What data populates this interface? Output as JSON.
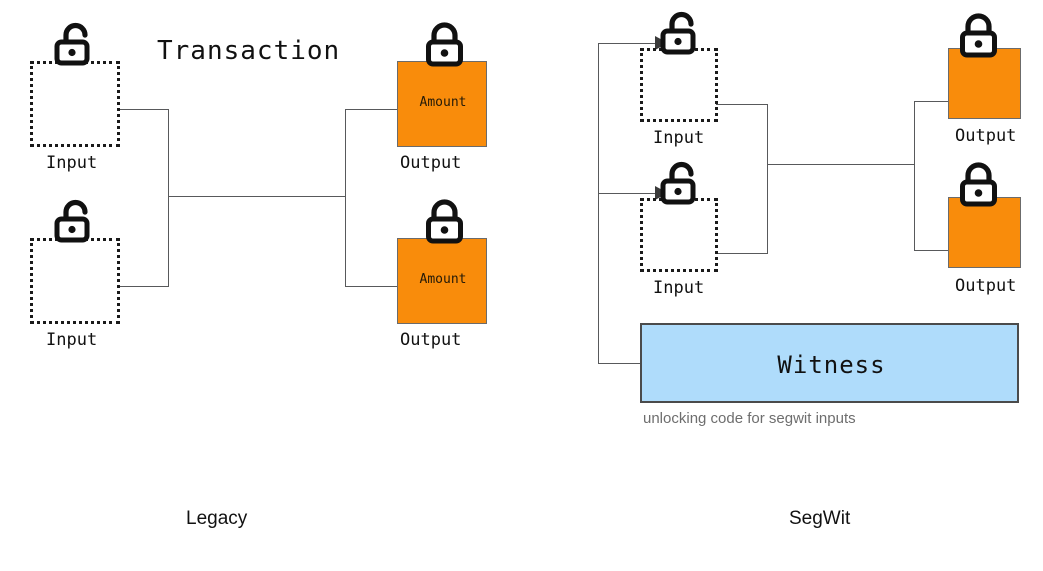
{
  "diagram": {
    "title": "Transaction",
    "sections": [
      {
        "id": "legacy",
        "label": "Legacy"
      },
      {
        "id": "segwit",
        "label": "SegWit"
      }
    ],
    "colors": {
      "output_fill": "#F98C0B",
      "witness_fill": "#AFDCFB",
      "wire": "#58595b",
      "dashed_border": "#1a1a1a",
      "caption_gray": "#6e6e6e"
    },
    "icons": {
      "unlocked": "unlocked-padlock-icon",
      "locked": "locked-padlock-icon",
      "arrow": "arrow-right-icon"
    }
  },
  "legacy": {
    "title": "Transaction",
    "inputs": [
      {
        "label": "Input",
        "lock": "unlocked"
      },
      {
        "label": "Input",
        "lock": "unlocked"
      }
    ],
    "outputs": [
      {
        "label": "Output",
        "amount": "Amount",
        "lock": "locked"
      },
      {
        "label": "Output",
        "amount": "Amount",
        "lock": "locked"
      }
    ],
    "section_label": "Legacy"
  },
  "segwit": {
    "inputs": [
      {
        "label": "Input",
        "lock": "unlocked"
      },
      {
        "label": "Input",
        "lock": "unlocked"
      }
    ],
    "outputs": [
      {
        "label": "Output",
        "amount": "",
        "lock": "locked"
      },
      {
        "label": "Output",
        "amount": "",
        "lock": "locked"
      }
    ],
    "witness": {
      "label": "Witness",
      "caption": "unlocking code for segwit inputs"
    },
    "section_label": "SegWit"
  }
}
